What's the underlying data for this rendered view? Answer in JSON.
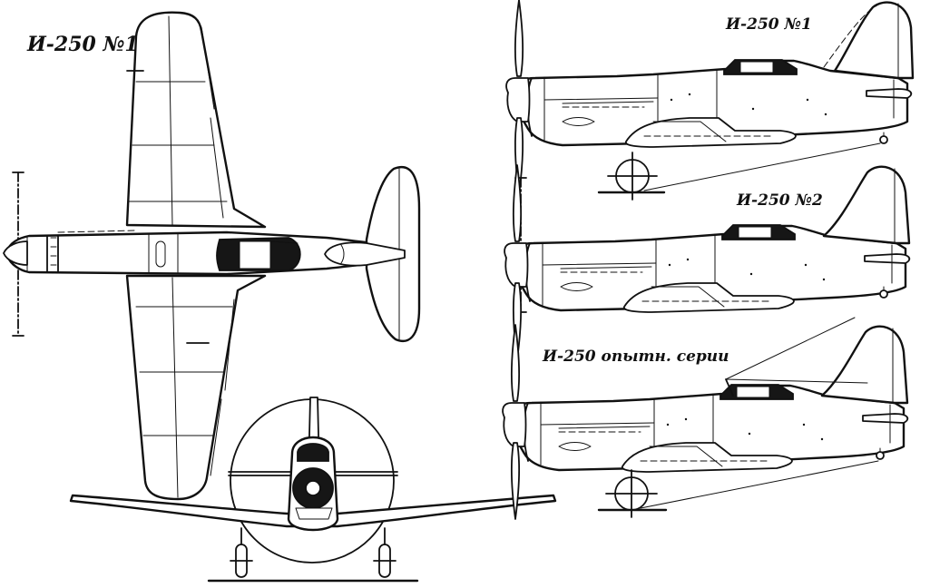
{
  "labels": {
    "plan_view": "И-250 №1",
    "side_view_1": "И-250 №1",
    "side_view_2": "И-250 №2",
    "side_view_3": "И-250 опытн. серии"
  },
  "colors": {
    "ink": "#111111",
    "paper": "#ffffff"
  }
}
